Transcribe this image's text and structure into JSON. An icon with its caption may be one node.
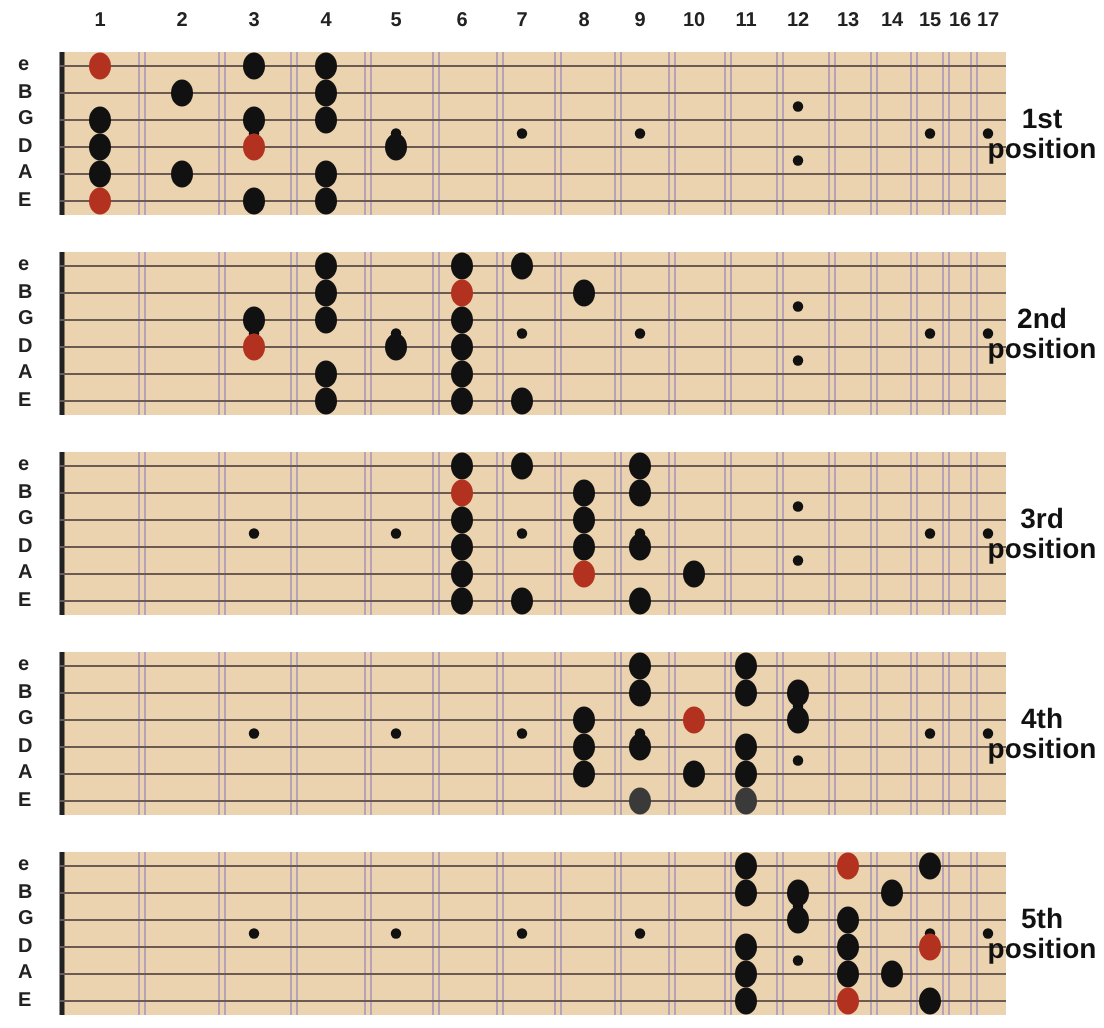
{
  "diagram": {
    "labels": [
      "1",
      "2",
      "3",
      "4",
      "5",
      "6",
      "7",
      "8",
      "9",
      "10",
      "11",
      "12",
      "13",
      "14",
      "15",
      "16",
      "17",
      "e",
      "B",
      "G",
      "D",
      "A",
      "E",
      "1st position",
      "e",
      "B",
      "G",
      "D",
      "A",
      "E",
      "2nd position",
      "e",
      "B",
      "G",
      "D",
      "A",
      "E",
      "3rd position",
      "e",
      "B",
      "G",
      "D",
      "A",
      "E",
      "4th position",
      "e",
      "B",
      "G",
      "D",
      "A",
      "E",
      "5th position"
    ]
  }
}
